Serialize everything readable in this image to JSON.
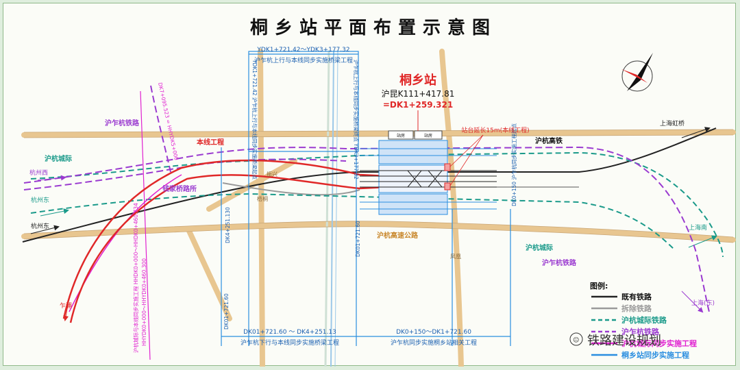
{
  "title": "桐乡站平面布置示意图",
  "station": {
    "name": "桐乡站",
    "mileage_1": "沪昆K111+417.81",
    "mileage_2": "=DK1+259.321"
  },
  "top_dim": {
    "range": "YDK1+721.42～YDK3+177.32",
    "desc": "沪乍杭上行与本线同步实施桥梁工程"
  },
  "bottom_dims": [
    {
      "range": "DK01+721.60 ～ DK4+251.13",
      "desc": "沪乍杭下行与本线同步实施桥梁工程"
    },
    {
      "range": "DK0+150～DK1+721.60",
      "desc": "沪乍杭同步实施桐乡站相关工程"
    }
  ],
  "labels": {
    "huzhahang_left": "沪乍杭铁路",
    "benxian": "本线工程",
    "hanghang_city_left": "沪杭城际",
    "hangzhou_west": "杭州西",
    "hangzhou_east_1": "杭州东",
    "hangzhou_east_2": "杭州东",
    "qianjiazhuang": "钱家桥路所",
    "platform_ext": "站台延长15m(本线工程)",
    "huhang_gaotie": "沪杭高铁",
    "shanghai_hongqiao": "上海虹桥",
    "shanghai_south": "上海南",
    "shanghai_east": "上海(东)",
    "huhang_expressway": "沪杭高速公路",
    "hanghang_city_right": "沪杭城际",
    "huzhahang_right": "沪乍杭铁路",
    "zhapu": "乍浦",
    "road_1": "振兴",
    "road_2": "梧桐",
    "road_3": "凤凰",
    "station_building_1": "站房",
    "station_building_2": "站房",
    "watermark": "铁路建设规划"
  },
  "vertical_notes": [
    "YDK1+721.42 沪乍杭上行与本线同步实施桥梁起点",
    "沪乍杭上行与本线同步实施桥梁终点 YDK3+177.32",
    "DK0+150 沪乍杭同步实施工程起点",
    "DK01+721.60",
    "DK4+251.130",
    "DK01+721.60",
    "沪杭城际与本线同步实施工程 HHDK0+000～HHDK0+460.734",
    "HHYDK0+000～HHYDK0+460.300",
    "DK7+095.523 = HHYDK5+000"
  ],
  "legend": {
    "title": "图例:",
    "items": [
      {
        "label": "既有铁路",
        "color": "#222222",
        "dash": false
      },
      {
        "label": "拆除铁路",
        "color": "#9a9a9a",
        "dash": false
      },
      {
        "label": "沪杭城际铁路",
        "color": "#1a9a8a",
        "dash": true
      },
      {
        "label": "沪乍杭铁路",
        "color": "#9a3ad0",
        "dash": true
      },
      {
        "label": "沪杭城际同步实施工程",
        "color": "#e020d0",
        "dash": false
      },
      {
        "label": "桐乡站同步实施工程",
        "color": "#2a8ee0",
        "dash": false
      }
    ]
  },
  "colors": {
    "existing": "#222222",
    "removed": "#9a9a9a",
    "hanghang": "#1a9a8a",
    "huzhahang": "#9a3ad0",
    "sync": "#e020d0",
    "station_sync": "#2a8ee0",
    "red": "#e02828",
    "road": "#e8c690"
  }
}
